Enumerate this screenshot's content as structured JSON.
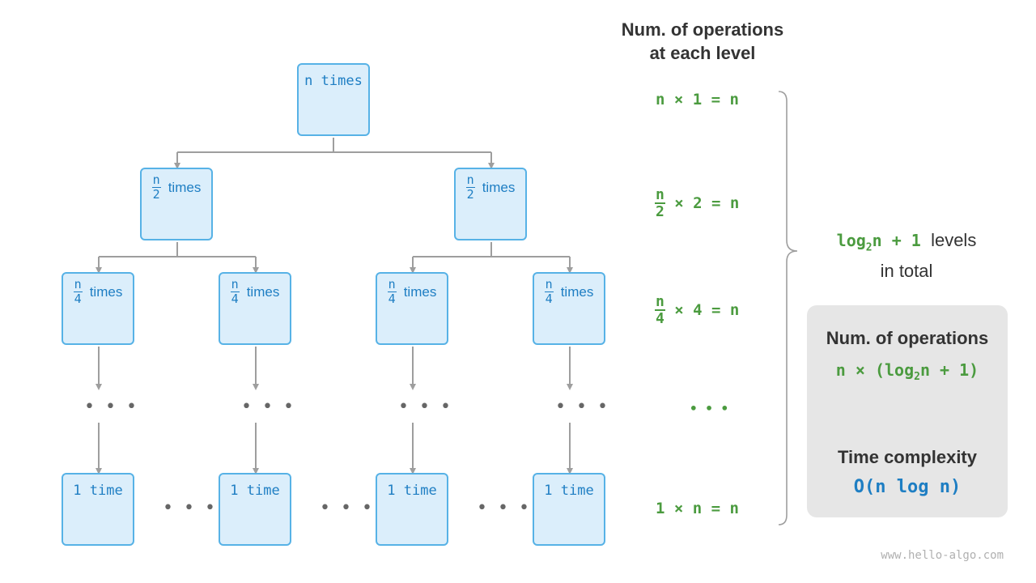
{
  "header": {
    "title_line1": "Num. of operations",
    "title_line2": "at each level"
  },
  "tree": {
    "root_label": "n times",
    "level1_num": "n",
    "level1_den": "2",
    "level2_num": "n",
    "level2_den": "4",
    "times_word": "times",
    "leaf_label": "1 time",
    "ellipsis": "• • •"
  },
  "levels": {
    "row1": "n × 1 = n",
    "row2_num": "n",
    "row2_den": "2",
    "row2_rest": " × 2 = n",
    "row3_num": "n",
    "row3_den": "4",
    "row3_rest": " × 4 = n",
    "row4": "• • •",
    "row5": "1 × n = n"
  },
  "levels_note": {
    "log": "log",
    "sub": "2",
    "rest": "n + 1",
    "suffix": "levels",
    "line2": "in total"
  },
  "summary": {
    "ops_title": "Num. of operations",
    "ops_pre": "n × (log",
    "ops_sub": "2",
    "ops_post": "n + 1)",
    "time_title": "Time complexity",
    "time_expr": "O(n log n)"
  },
  "watermark": "www.hello-algo.com",
  "colors": {
    "node_fill": "#dbeefb",
    "node_border": "#57b2e6",
    "node_text": "#1e7ec3",
    "inner_fill": "#d9f0d3",
    "inner_border": "#5faf5a",
    "level_text": "#4b9b3f",
    "connector": "#9e9e9e",
    "summary_bg": "#e6e6e6",
    "big_o": "#1e7ec3"
  }
}
